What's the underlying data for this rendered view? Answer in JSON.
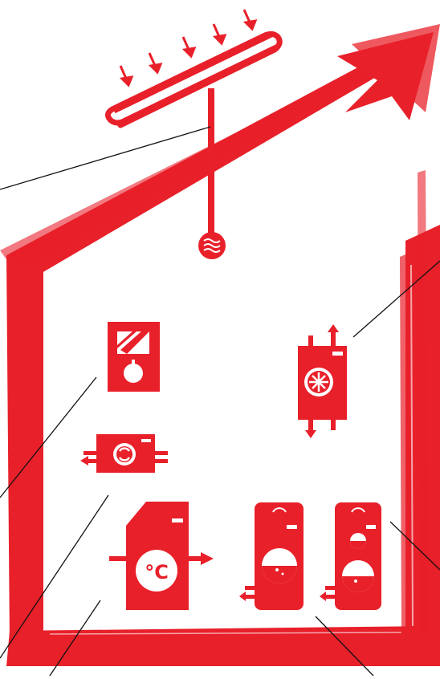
{
  "colors": {
    "brand_red": "#e8202a",
    "line_black": "#111111",
    "background": "#ffffff"
  },
  "diagram": {
    "components": [
      {
        "id": "solar-collector",
        "icon": "solar-collector-icon"
      },
      {
        "id": "room-controller",
        "icon": "thermostat-controller-icon"
      },
      {
        "id": "ventilation-unit",
        "icon": "heat-recovery-ventilation-icon"
      },
      {
        "id": "heat-pump-module",
        "icon": "heat-exchange-module-icon"
      },
      {
        "id": "boiler",
        "icon": "boiler-icon",
        "label": "°C"
      },
      {
        "id": "water-tank-single",
        "icon": "storage-tank-icon"
      },
      {
        "id": "water-tank-double",
        "icon": "storage-tank-icon"
      }
    ]
  }
}
